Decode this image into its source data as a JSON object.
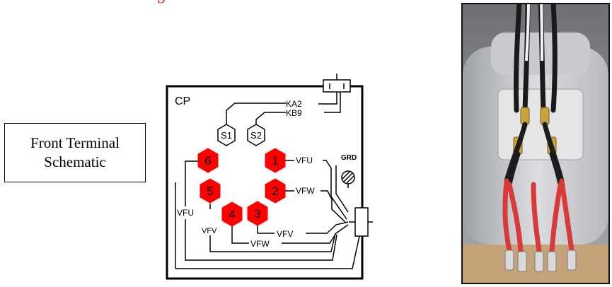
{
  "title_fragment": "g",
  "label_box": {
    "line1": "Front Terminal",
    "line2": "Schematic"
  },
  "schematic": {
    "box_label": "CP",
    "grd_label": "GRD",
    "wire_labels": {
      "ka2": "KA2",
      "kb9": "KB9",
      "vfu_right": "VFU",
      "vfw_right": "VFW",
      "vfv_bottom": "VFV",
      "vfw_bottom": "VFW",
      "vfu_left": "VFU",
      "vfv_left": "VFV"
    },
    "sensors": [
      "S1",
      "S2"
    ],
    "terminals": [
      "1",
      "2",
      "3",
      "4",
      "5",
      "6"
    ],
    "colors": {
      "terminal_fill": "#ff0000",
      "line": "#000000",
      "title_red": "#e01010"
    }
  },
  "photo": {
    "icon": "motor-terminal-photo"
  }
}
